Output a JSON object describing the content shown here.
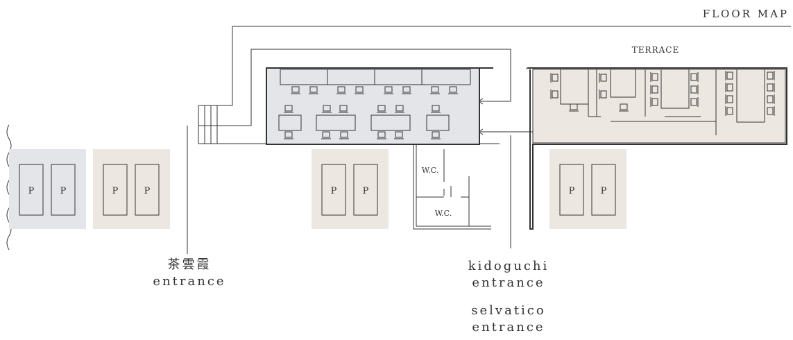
{
  "header": {
    "title": "FLOOR MAP"
  },
  "terrace": {
    "label": "TERRACE"
  },
  "restrooms": [
    {
      "label": "W.C."
    },
    {
      "label": "W.C."
    }
  ],
  "parking": {
    "lots": [
      {
        "color": "#e3e5e8",
        "spaces": [
          "P",
          "P"
        ]
      },
      {
        "color": "#ede7e1",
        "spaces": [
          "P",
          "P"
        ]
      },
      {
        "color": "#ede7e1",
        "spaces": [
          "P",
          "P"
        ]
      },
      {
        "color": "#ede7e1",
        "spaces": [
          "P",
          "P"
        ]
      }
    ]
  },
  "entrances": {
    "sawaka": {
      "name": "茶雲霞",
      "sub": "entrance"
    },
    "kidoguchi": {
      "name": "kidoguchi",
      "sub": "entrance"
    },
    "selvatico": {
      "name": "selvatico",
      "sub": "entrance"
    }
  },
  "colors": {
    "indoor_fill": "#e3e5e8",
    "terrace_fill": "#ede7e1",
    "line": "#333333"
  }
}
